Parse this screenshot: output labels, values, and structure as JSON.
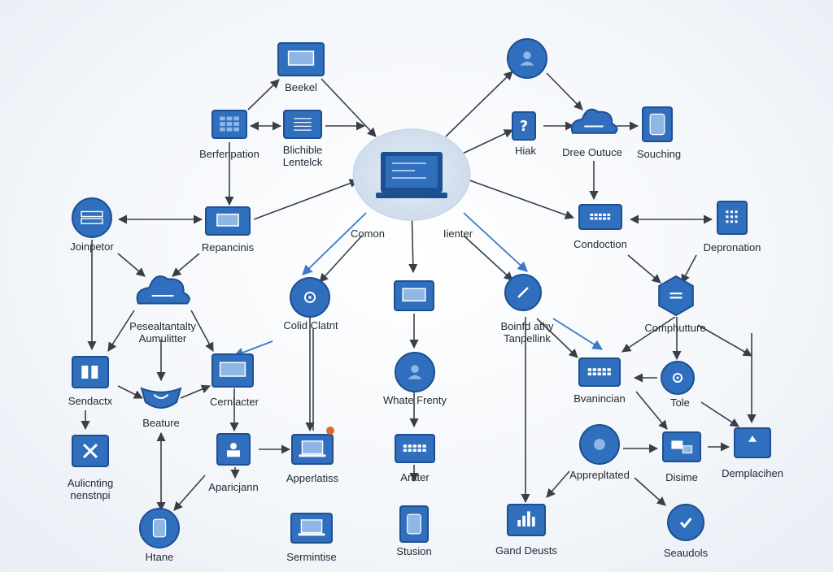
{
  "colors": {
    "primary": "#2f6fbd",
    "dark": "#1d4f91",
    "light": "#8fb7e6",
    "arrow": "#3a3f47",
    "accent_line": "#3a78c9",
    "badge": "#e8632b"
  },
  "nodes": [
    {
      "id": "beekel",
      "label": "Beekel",
      "icon": "monitor-icon",
      "shape": "rect"
    },
    {
      "id": "berferipation",
      "label": "Berferipation",
      "icon": "grid-icon",
      "shape": "rect"
    },
    {
      "id": "blichible",
      "label": "Blichible\nLentelck",
      "icon": "document-list-icon",
      "shape": "rect"
    },
    {
      "id": "joinpetor",
      "label": "Joinpetor",
      "icon": "server-rack-icon",
      "shape": "circle"
    },
    {
      "id": "repancinis",
      "label": "Repancinis",
      "icon": "display-panel-icon",
      "shape": "rect"
    },
    {
      "id": "central",
      "label": "",
      "icon": "laptop-icon",
      "shape": "hub"
    },
    {
      "id": "comon",
      "label": "Comon",
      "icon": "",
      "shape": "none"
    },
    {
      "id": "lienter",
      "label": "Iienter",
      "icon": "",
      "shape": "none"
    },
    {
      "id": "user-top",
      "label": "",
      "icon": "user-icon",
      "shape": "circle"
    },
    {
      "id": "hiak",
      "label": "Hiak",
      "icon": "help-icon",
      "shape": "rect"
    },
    {
      "id": "dree",
      "label": "Dree Outuce",
      "icon": "cloud-user-icon",
      "shape": "cloud"
    },
    {
      "id": "souching",
      "label": "Souching",
      "icon": "tablet-icon",
      "shape": "rect"
    },
    {
      "id": "condoction",
      "label": "Condoction",
      "icon": "keyboard-icon",
      "shape": "rect"
    },
    {
      "id": "depronation",
      "label": "Depronation",
      "icon": "building-icon",
      "shape": "rect"
    },
    {
      "id": "pesealantalty",
      "label": "Pesealtantalty\nAumulitter",
      "icon": "cloud-icon",
      "shape": "cloud"
    },
    {
      "id": "colid",
      "label": "Colid Clatnt",
      "icon": "target-icon",
      "shape": "circle"
    },
    {
      "id": "monitor-mid",
      "label": "",
      "icon": "monitor-icon",
      "shape": "rect"
    },
    {
      "id": "boinfd",
      "label": "Boinfd athy\nTanpellink",
      "icon": "pen-icon",
      "shape": "circle"
    },
    {
      "id": "comphutture",
      "label": "Comphutture",
      "icon": "hexagon-icon",
      "shape": "hex"
    },
    {
      "id": "sendactx",
      "label": "Sendactx",
      "icon": "window-icon",
      "shape": "rect"
    },
    {
      "id": "beature",
      "label": "Beature",
      "icon": "shield-icon",
      "shape": "shield"
    },
    {
      "id": "cernlacter",
      "label": "Cernlacter",
      "icon": "screen-icon",
      "shape": "rect"
    },
    {
      "id": "whate",
      "label": "Whate Frenty",
      "icon": "person-icon",
      "shape": "circle"
    },
    {
      "id": "bvanincian",
      "label": "Bvanincian",
      "icon": "keyboard-icon",
      "shape": "rect"
    },
    {
      "id": "tole",
      "label": "Tole",
      "icon": "disc-icon",
      "shape": "circle"
    },
    {
      "id": "aulicting",
      "label": "Aulicnting\nnenstnpi",
      "icon": "close-icon",
      "shape": "rect"
    },
    {
      "id": "aparicann",
      "label": "Aparicjann",
      "icon": "robot-icon",
      "shape": "rect"
    },
    {
      "id": "appertatiss",
      "label": "Apperlatiss",
      "icon": "laptop-icon",
      "shape": "rect"
    },
    {
      "id": "arater",
      "label": "Arater",
      "icon": "keyboard-icon",
      "shape": "rect"
    },
    {
      "id": "apprepated",
      "label": "Apprepltated",
      "icon": "globe-icon",
      "shape": "circle"
    },
    {
      "id": "disime",
      "label": "Disime",
      "icon": "devices-icon",
      "shape": "rect"
    },
    {
      "id": "demplacihen",
      "label": "Demplacihen",
      "icon": "lock-box-icon",
      "shape": "rect"
    },
    {
      "id": "htane",
      "label": "Htane",
      "icon": "tablet-icon",
      "shape": "circle"
    },
    {
      "id": "sermintise",
      "label": "Sermintise",
      "icon": "laptop-icon",
      "shape": "rect"
    },
    {
      "id": "stusion",
      "label": "Stusion",
      "icon": "tablet-icon",
      "shape": "rect"
    },
    {
      "id": "gand",
      "label": "Gand Deusts",
      "icon": "bar-chart-icon",
      "shape": "rect"
    },
    {
      "id": "seaudols",
      "label": "Seaudols",
      "icon": "check-icon",
      "shape": "circle"
    }
  ]
}
